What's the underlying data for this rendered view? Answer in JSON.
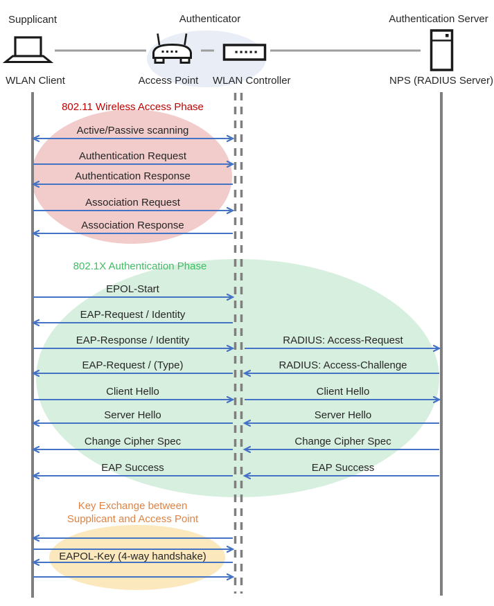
{
  "diagram": {
    "roles": {
      "supplicant": "Supplicant",
      "authenticator": "Authenticator",
      "auth_server": "Authentication Server"
    },
    "nodes": {
      "client": "WLAN Client",
      "access_point": "Access Point",
      "controller": "WLAN Controller",
      "server": "NPS (RADIUS Server)"
    },
    "phases": [
      {
        "title": "802.11 Wireless Access Phase",
        "title_color": "#C00000",
        "ellipse_color": "#F2CBCB",
        "messages": [
          {
            "label": "Active/Passive scanning",
            "from": "WLAN Client",
            "to": "WLAN Controller",
            "direction": "bidirectional"
          },
          {
            "label": "Authentication Request",
            "from": "WLAN Client",
            "to": "WLAN Controller",
            "direction": "right"
          },
          {
            "label": "Authentication Response",
            "from": "WLAN Controller",
            "to": "WLAN Client",
            "direction": "left"
          },
          {
            "label": "Association Request",
            "from": "WLAN Client",
            "to": "WLAN Controller",
            "direction": "right"
          },
          {
            "label": "Association Response",
            "from": "WLAN Controller",
            "to": "WLAN Client",
            "direction": "left"
          }
        ]
      },
      {
        "title": "802.1X Authentication Phase",
        "title_color": "#3FBD63",
        "ellipse_color": "#D7EFDF",
        "client_ap_messages": [
          {
            "label": "EPOL-Start",
            "direction": "right"
          },
          {
            "label": "EAP-Request / Identity",
            "direction": "left"
          },
          {
            "label": "EAP-Response / Identity",
            "direction": "right"
          },
          {
            "label": "EAP-Request / (Type)",
            "direction": "left"
          },
          {
            "label": "Client Hello",
            "direction": "right"
          },
          {
            "label": "Server Hello",
            "direction": "left"
          },
          {
            "label": "Change Cipher Spec",
            "direction": "left"
          },
          {
            "label": "EAP Success",
            "direction": "left"
          }
        ],
        "ap_server_messages": [
          {
            "label": "RADIUS: Access-Request",
            "direction": "right"
          },
          {
            "label": "RADIUS: Access-Challenge",
            "direction": "left"
          },
          {
            "label": "Client Hello",
            "direction": "right"
          },
          {
            "label": "Server Hello",
            "direction": "left"
          },
          {
            "label": "Change Cipher Spec",
            "direction": "left"
          },
          {
            "label": "EAP Success",
            "direction": "left"
          }
        ]
      },
      {
        "title_line1": "Key Exchange between",
        "title_line2": "Supplicant and Access Point",
        "title_color": "#DF8344",
        "ellipse_color": "#FBE8BD",
        "messages": [
          {
            "label": "",
            "direction": "left"
          },
          {
            "label": "",
            "direction": "right"
          },
          {
            "label": "EAPOL-Key (4-way handshake)",
            "direction": "left"
          },
          {
            "label": "",
            "direction": "right"
          }
        ]
      }
    ],
    "colors": {
      "arrow": "#4472C4",
      "lifeline": "#7F7F7F",
      "connector": "#9E9E9E",
      "hub_ellipse": "#E9EDF6",
      "text": "#262626"
    }
  }
}
